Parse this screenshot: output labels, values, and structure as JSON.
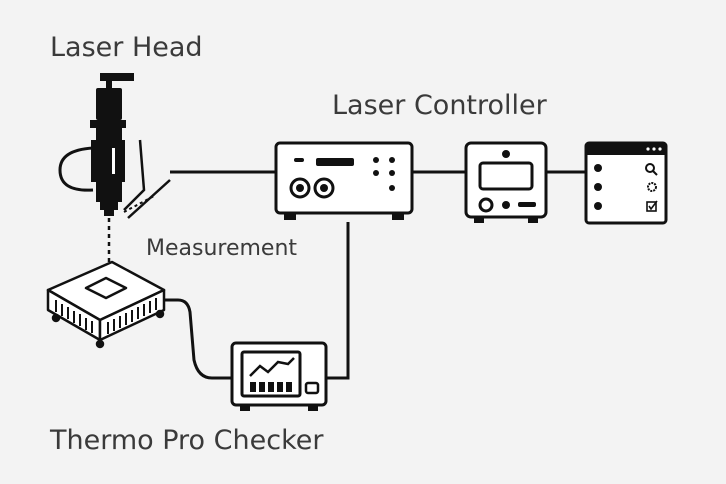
{
  "labels": {
    "laser_head": "Laser Head",
    "laser_controller": "Laser Controller",
    "measurement": "Measurement",
    "thermo_checker": "Thermo Pro Checker"
  },
  "colors": {
    "background": "#f3f3f3",
    "ink": "#111111",
    "label_text": "#3a3a3a"
  },
  "icons": [
    "laser-head-icon",
    "laser-controller-icon",
    "display-unit-icon",
    "computer-window-icon",
    "sensor-platform-icon",
    "thermo-checker-icon",
    "magnifier-icon",
    "gear-icon",
    "checkbox-icon"
  ]
}
